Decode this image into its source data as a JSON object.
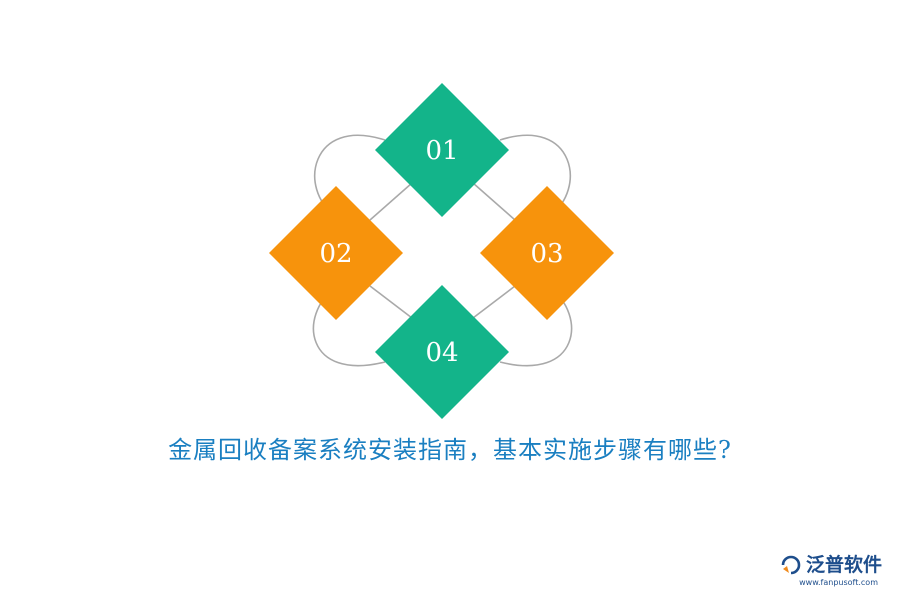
{
  "diagram": {
    "items": [
      {
        "label": "01",
        "color": "#13b48a"
      },
      {
        "label": "02",
        "color": "#f7930c"
      },
      {
        "label": "03",
        "color": "#f7930c"
      },
      {
        "label": "04",
        "color": "#13b48a"
      }
    ],
    "ring_color": "#a9a9a9"
  },
  "title": {
    "text": "金属回收备案系统安装指南，基本实施步骤有哪些?",
    "color": "#1a7fc1"
  },
  "logo": {
    "name": "泛普软件",
    "url": "www.fanpusoft.com"
  }
}
